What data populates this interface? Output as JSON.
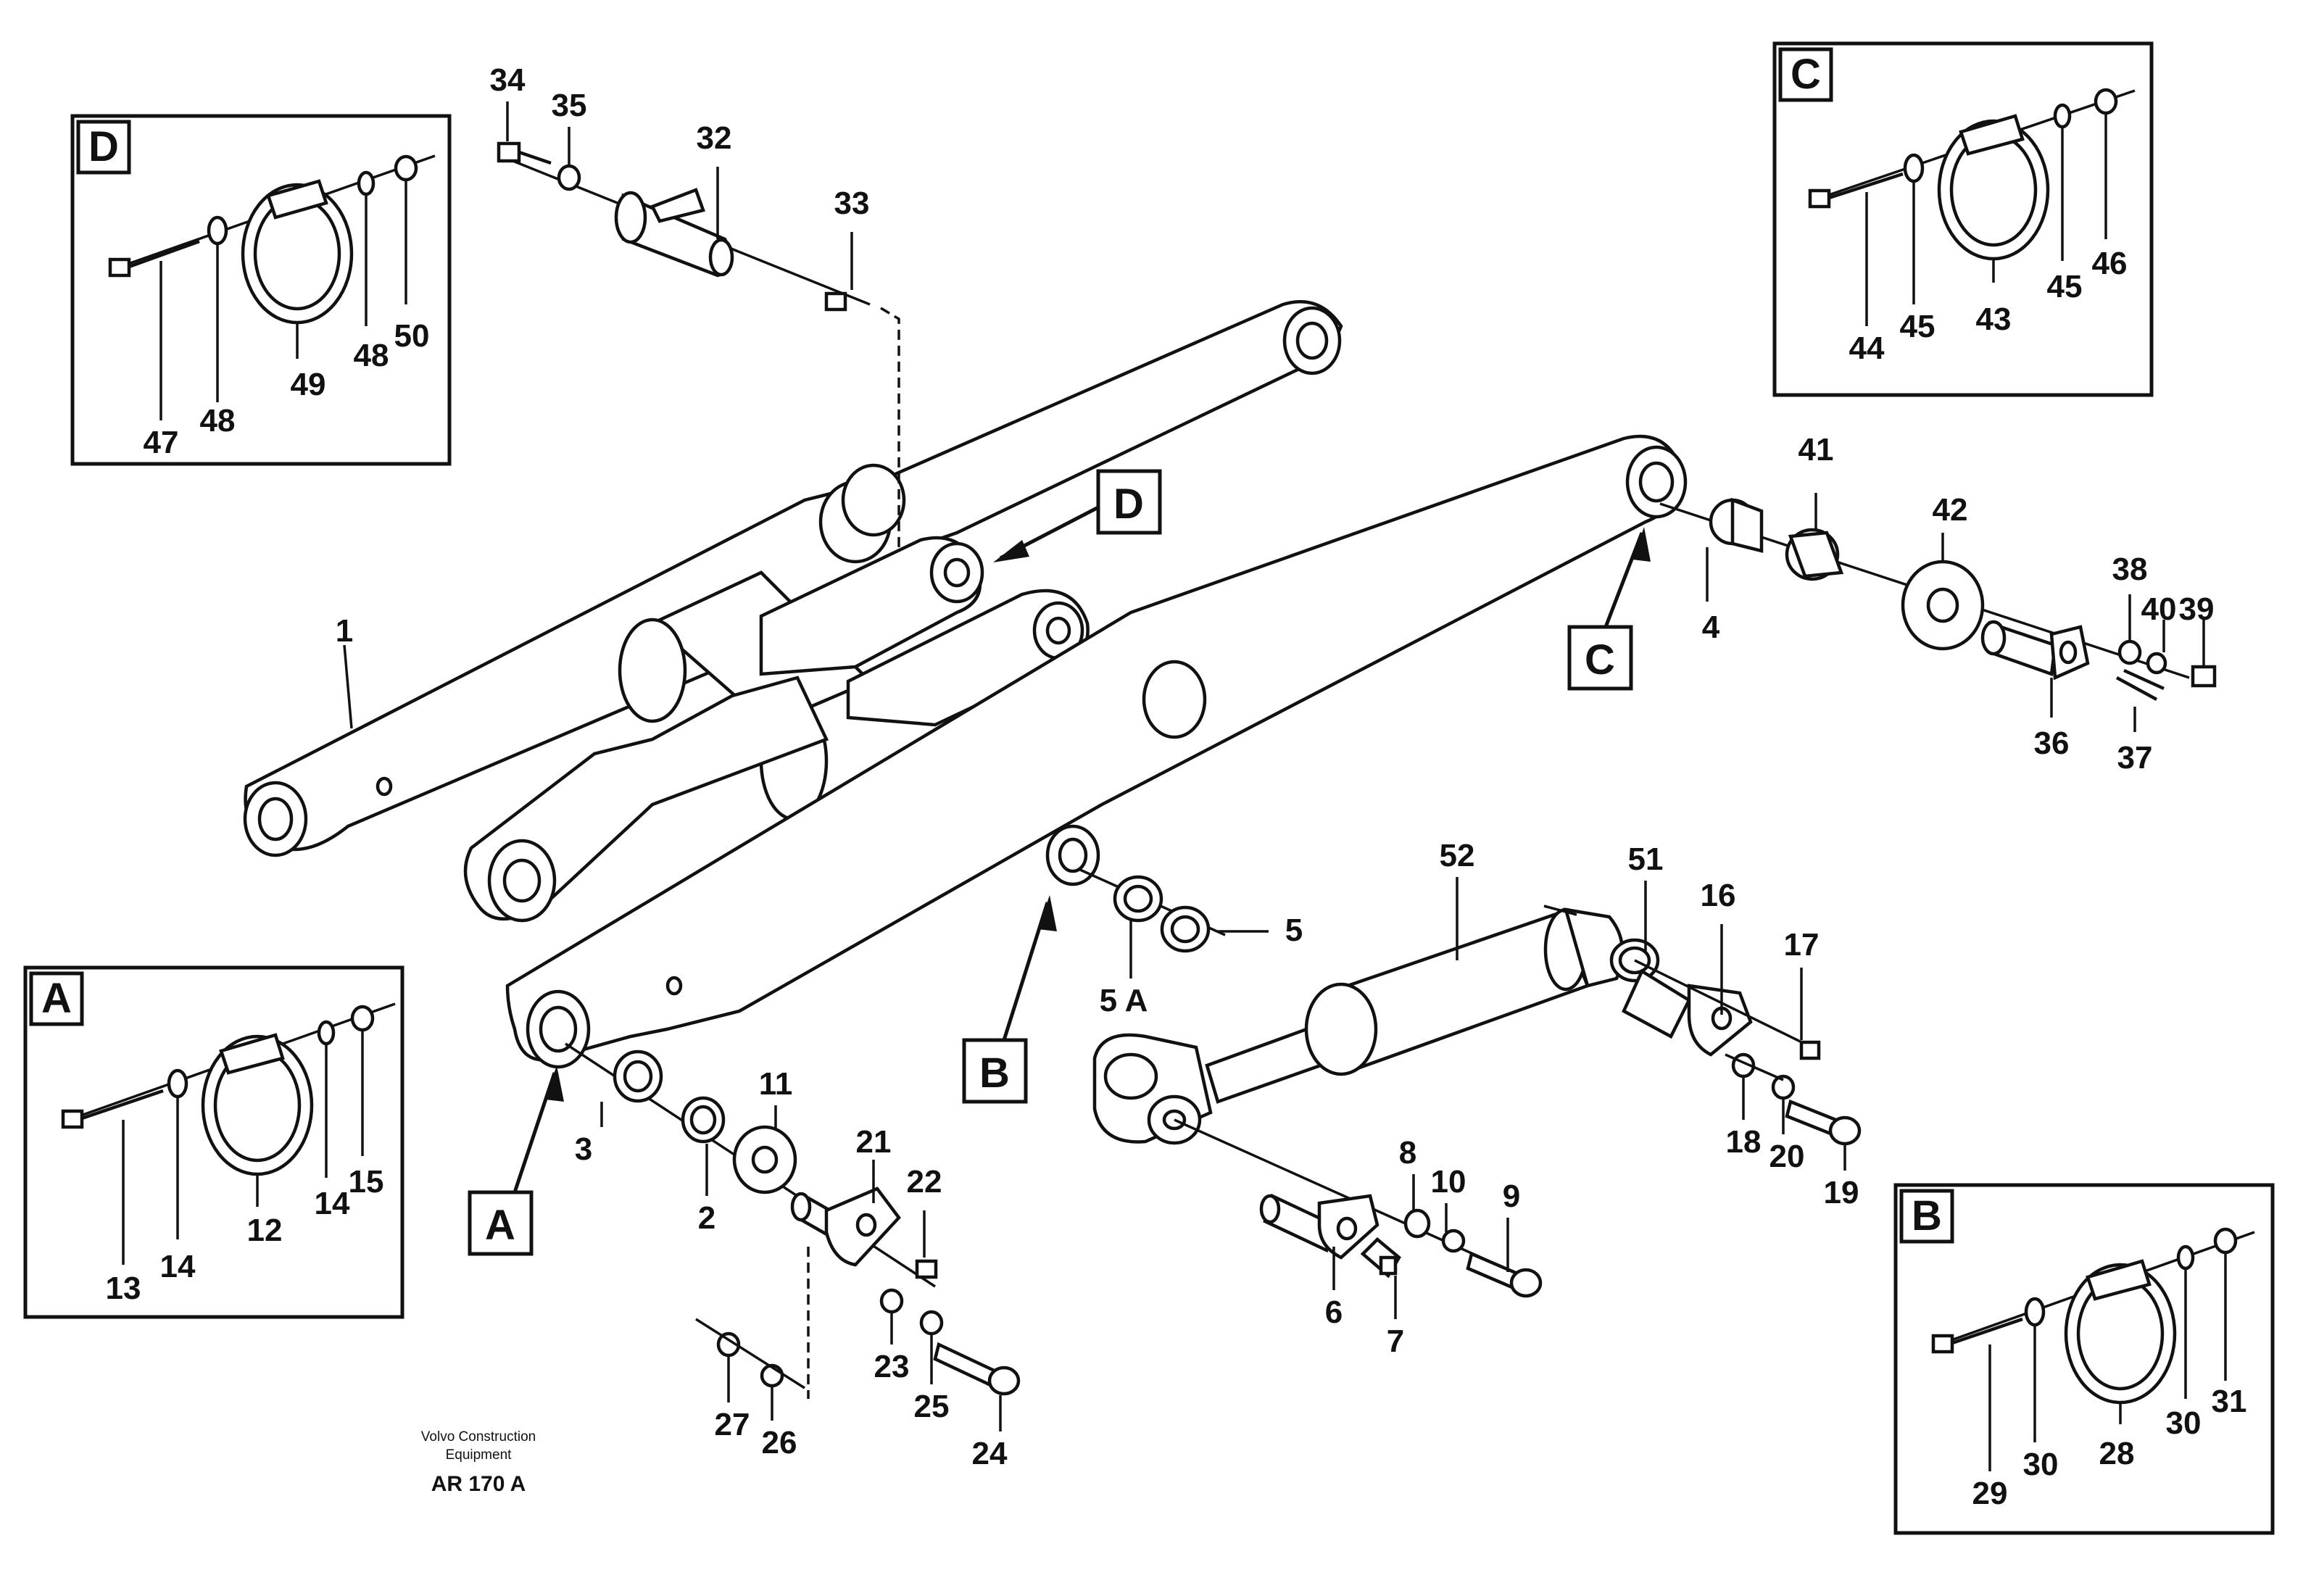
{
  "detail_boxes": {
    "D": {
      "label": "D"
    },
    "C": {
      "label": "C"
    },
    "A": {
      "label": "A"
    },
    "B": {
      "label": "B"
    }
  },
  "callouts": {
    "D": "D",
    "C": "C",
    "A": "A",
    "B": "B"
  },
  "part_numbers": {
    "n1": "1",
    "n2": "2",
    "n3": "3",
    "n4": "4",
    "n5": "5",
    "n5a": "5 A",
    "n6": "6",
    "n7": "7",
    "n8": "8",
    "n9": "9",
    "n10": "10",
    "n11": "11",
    "n12": "12",
    "n13": "13",
    "n14a": "14",
    "n14b": "14",
    "n15": "15",
    "n16": "16",
    "n17": "17",
    "n18": "18",
    "n19": "19",
    "n20": "20",
    "n21": "21",
    "n22": "22",
    "n23": "23",
    "n24": "24",
    "n25": "25",
    "n26": "26",
    "n27": "27",
    "n28": "28",
    "n29": "29",
    "n30a": "30",
    "n30b": "30",
    "n31": "31",
    "n32": "32",
    "n33": "33",
    "n34": "34",
    "n35": "35",
    "n36": "36",
    "n37": "37",
    "n38": "38",
    "n39": "39",
    "n40": "40",
    "n41": "41",
    "n42": "42",
    "n43": "43",
    "n44": "44",
    "n45a": "45",
    "n45b": "45",
    "n46": "46",
    "n47": "47",
    "n48a": "48",
    "n48b": "48",
    "n49": "49",
    "n50": "50",
    "n51": "51",
    "n52": "52"
  },
  "credit": {
    "line1": "Volvo Construction",
    "line2": "Equipment",
    "code": "AR 170 A"
  }
}
